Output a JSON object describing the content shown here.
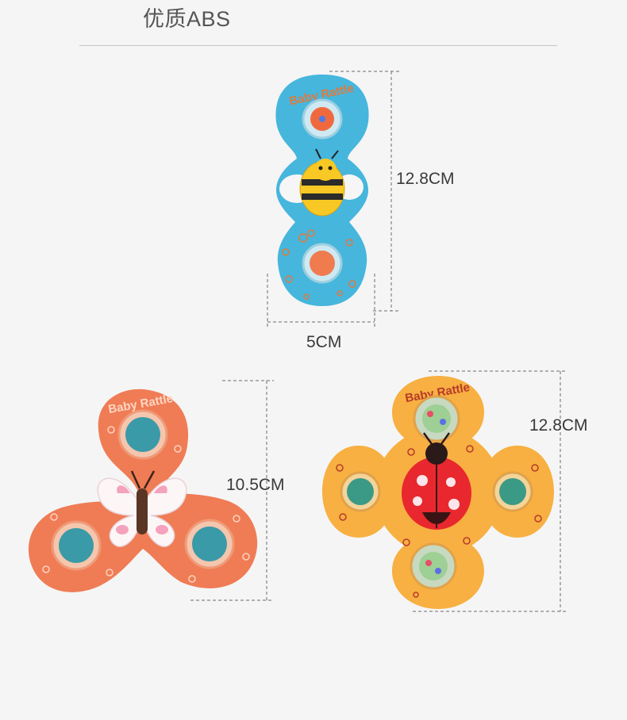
{
  "header": {
    "title": "优质ABS"
  },
  "dimensions": {
    "bee_height": "12.8CM",
    "bee_width": "5CM",
    "butterfly_height": "10.5CM",
    "ladybug_height": "12.8CM"
  },
  "toys": {
    "bee_spinner": {
      "brand_text": "Baby Rattle",
      "color": "#46b6dd",
      "figure": "bee"
    },
    "butterfly_spinner": {
      "brand_text": "Baby Rattle",
      "color": "#ef7c55",
      "figure": "butterfly"
    },
    "ladybug_spinner": {
      "brand_text": "Baby Rattle",
      "color": "#f7b041",
      "figure": "ladybug"
    }
  }
}
